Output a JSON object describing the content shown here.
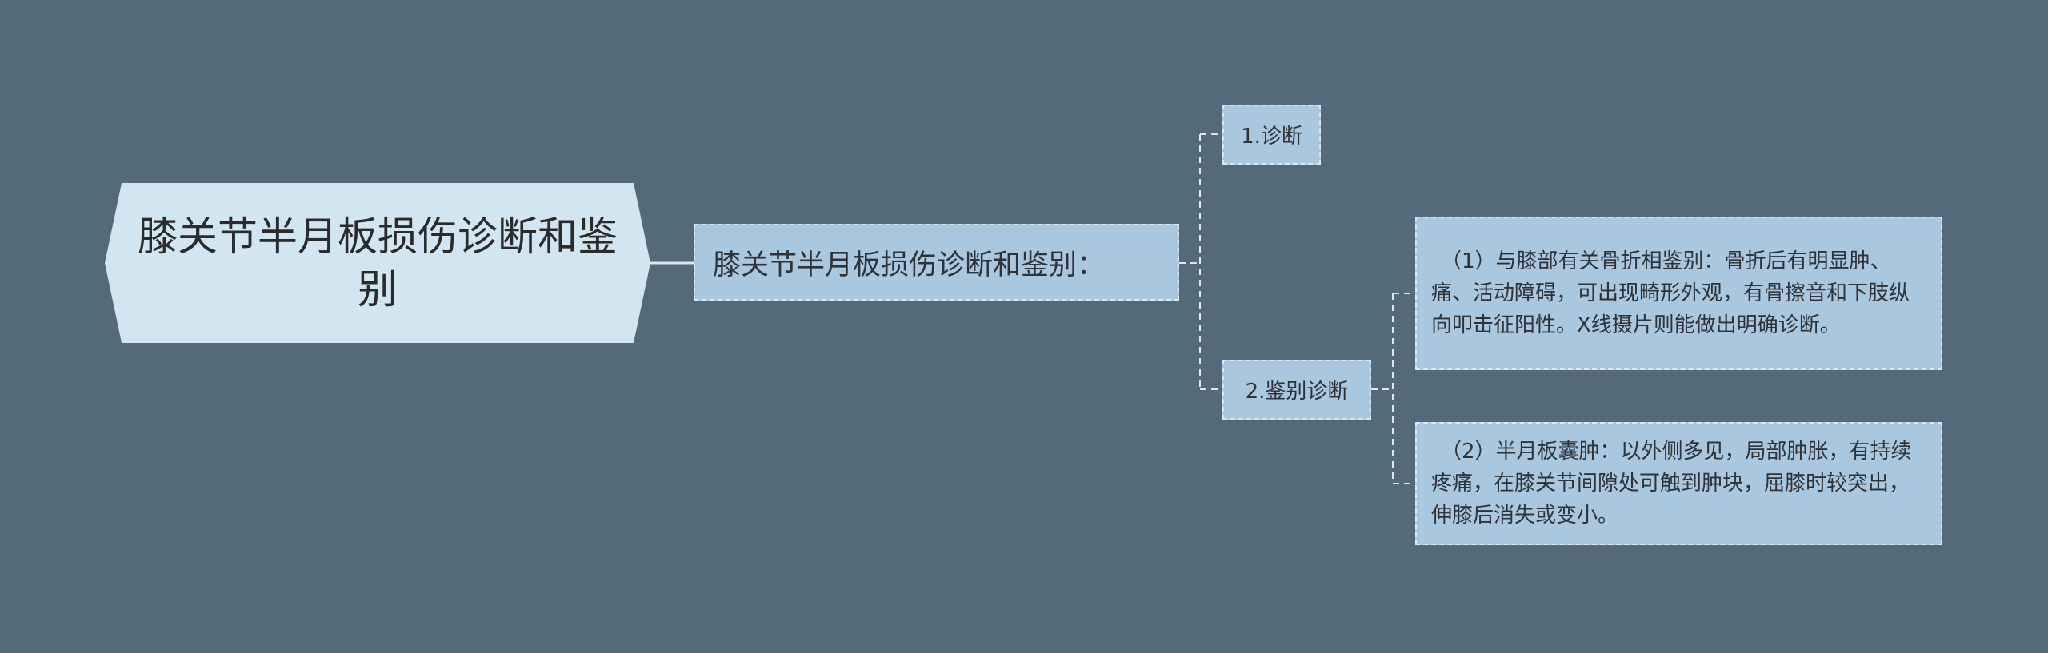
{
  "root": {
    "title": "膝关节半月板损伤诊断和鉴别"
  },
  "main_topic": {
    "label": "膝关节半月板损伤诊断和鉴别："
  },
  "branches": [
    {
      "label": "1.诊断"
    },
    {
      "label": "2.鉴别诊断"
    }
  ],
  "details": [
    {
      "text": "（1）与膝部有关骨折相鉴别：骨折后有明显肿、痛、活动障碍，可出现畸形外观，有骨擦音和下肢纵向叩击征阳性。X线摄片则能做出明确诊断。"
    },
    {
      "text": "（2）半月板囊肿：以外侧多见，局部肿胀，有持续疼痛，在膝关节间隙处可触到肿块，屈膝时较突出，伸膝后消失或变小。"
    }
  ],
  "colors": {
    "background": "#546a78",
    "root_fill": "#d2e6f2",
    "node_fill": "#a9c7de",
    "connector": "#dde7ee"
  }
}
